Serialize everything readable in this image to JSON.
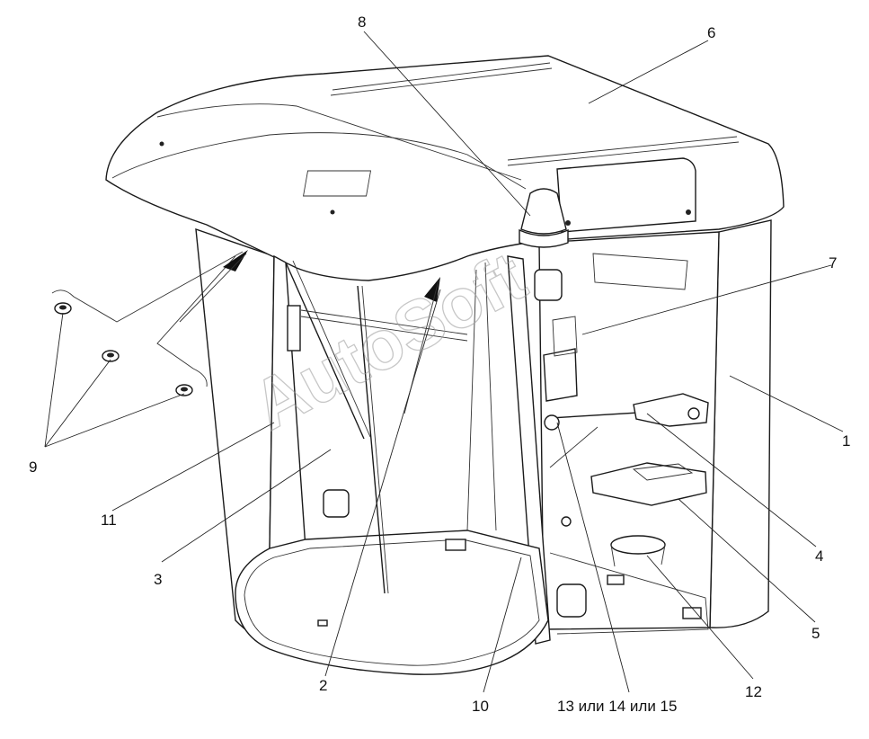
{
  "watermark": "AutoSoft",
  "callouts": [
    {
      "id": "1",
      "text": "1"
    },
    {
      "id": "2",
      "text": "2"
    },
    {
      "id": "3",
      "text": "3"
    },
    {
      "id": "4",
      "text": "4"
    },
    {
      "id": "5",
      "text": "5"
    },
    {
      "id": "6",
      "text": "6"
    },
    {
      "id": "7",
      "text": "7"
    },
    {
      "id": "8",
      "text": "8"
    },
    {
      "id": "9",
      "text": "9"
    },
    {
      "id": "10",
      "text": "10"
    },
    {
      "id": "11",
      "text": "11"
    },
    {
      "id": "12",
      "text": "12"
    },
    {
      "id": "13-15",
      "text": "13 или 14 или 15"
    }
  ]
}
